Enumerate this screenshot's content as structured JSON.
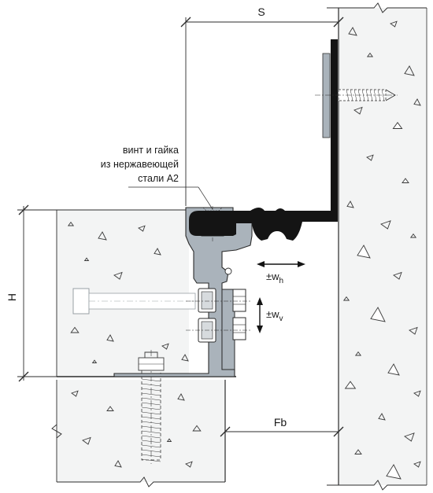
{
  "dimensions": {
    "s": "S",
    "h": "H",
    "fb": "Fb"
  },
  "callout": {
    "line1": "винт и гайка",
    "line2": "из нержавеющей",
    "line3": "стали A2"
  },
  "movement": {
    "horizontal_prefix": "±w",
    "horizontal_sub": "h",
    "vertical_prefix": "±w",
    "vertical_sub": "v"
  },
  "colors": {
    "profile_dark": "#141414",
    "bracket_grey": "#aab3bb",
    "concrete_fill": "#f3f4f4",
    "line": "#2b2b2b"
  }
}
